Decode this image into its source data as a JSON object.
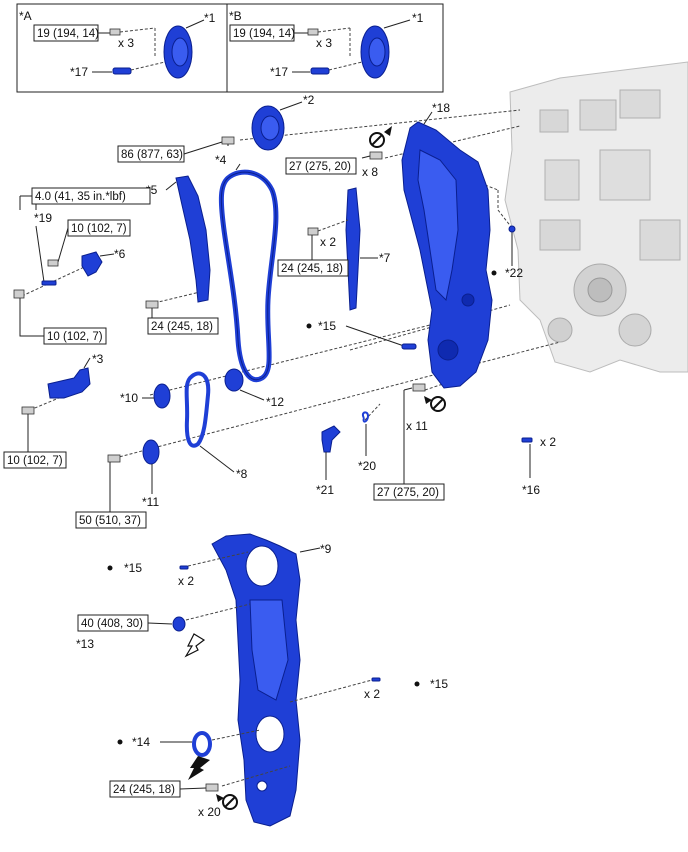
{
  "insetA": {
    "title": "*A",
    "torque": "19 (194, 14)",
    "qty": "x 3",
    "part1": "*1",
    "part17": "*17"
  },
  "insetB": {
    "title": "*B",
    "torque": "19 (194, 14)",
    "qty": "x 3",
    "part1": "*1",
    "part17": "*17"
  },
  "upper": {
    "part2": "*2",
    "torque2": "86 (877, 63)",
    "part4": "*4",
    "part5": "*5",
    "part18": "*18",
    "torque18": "27 (275, 20)",
    "qty18": "x 8",
    "part19_torque": "4.0 (41, 35 in.*lbf)",
    "part19": "*19",
    "torque6": "10 (102, 7)",
    "part6": "*6",
    "torque7": "24 (245, 18)",
    "qty7": "x 2",
    "part7": "*7",
    "part22": "*22",
    "torque19b": "10 (102, 7)",
    "torque5": "24 (245, 18)",
    "part15": "*15",
    "part3": "*3",
    "part10": "*10",
    "part12": "*12",
    "torque3": "10 (102, 7)",
    "qty11": "x 11",
    "part8": "*8",
    "part20": "*20",
    "part16qty": "x 2",
    "part16": "*16",
    "part11": "*11",
    "part21": "*21",
    "torque11": "50 (510, 37)",
    "torque21": "27 (275, 20)"
  },
  "lower": {
    "part9": "*9",
    "part15a": "*15",
    "qty15a": "x 2",
    "torque13": "40 (408, 30)",
    "part13": "*13",
    "part15b": "*15",
    "qty15b": "x 2",
    "part14": "*14",
    "torque14": "24 (245, 18)",
    "qty14": "x 20"
  }
}
